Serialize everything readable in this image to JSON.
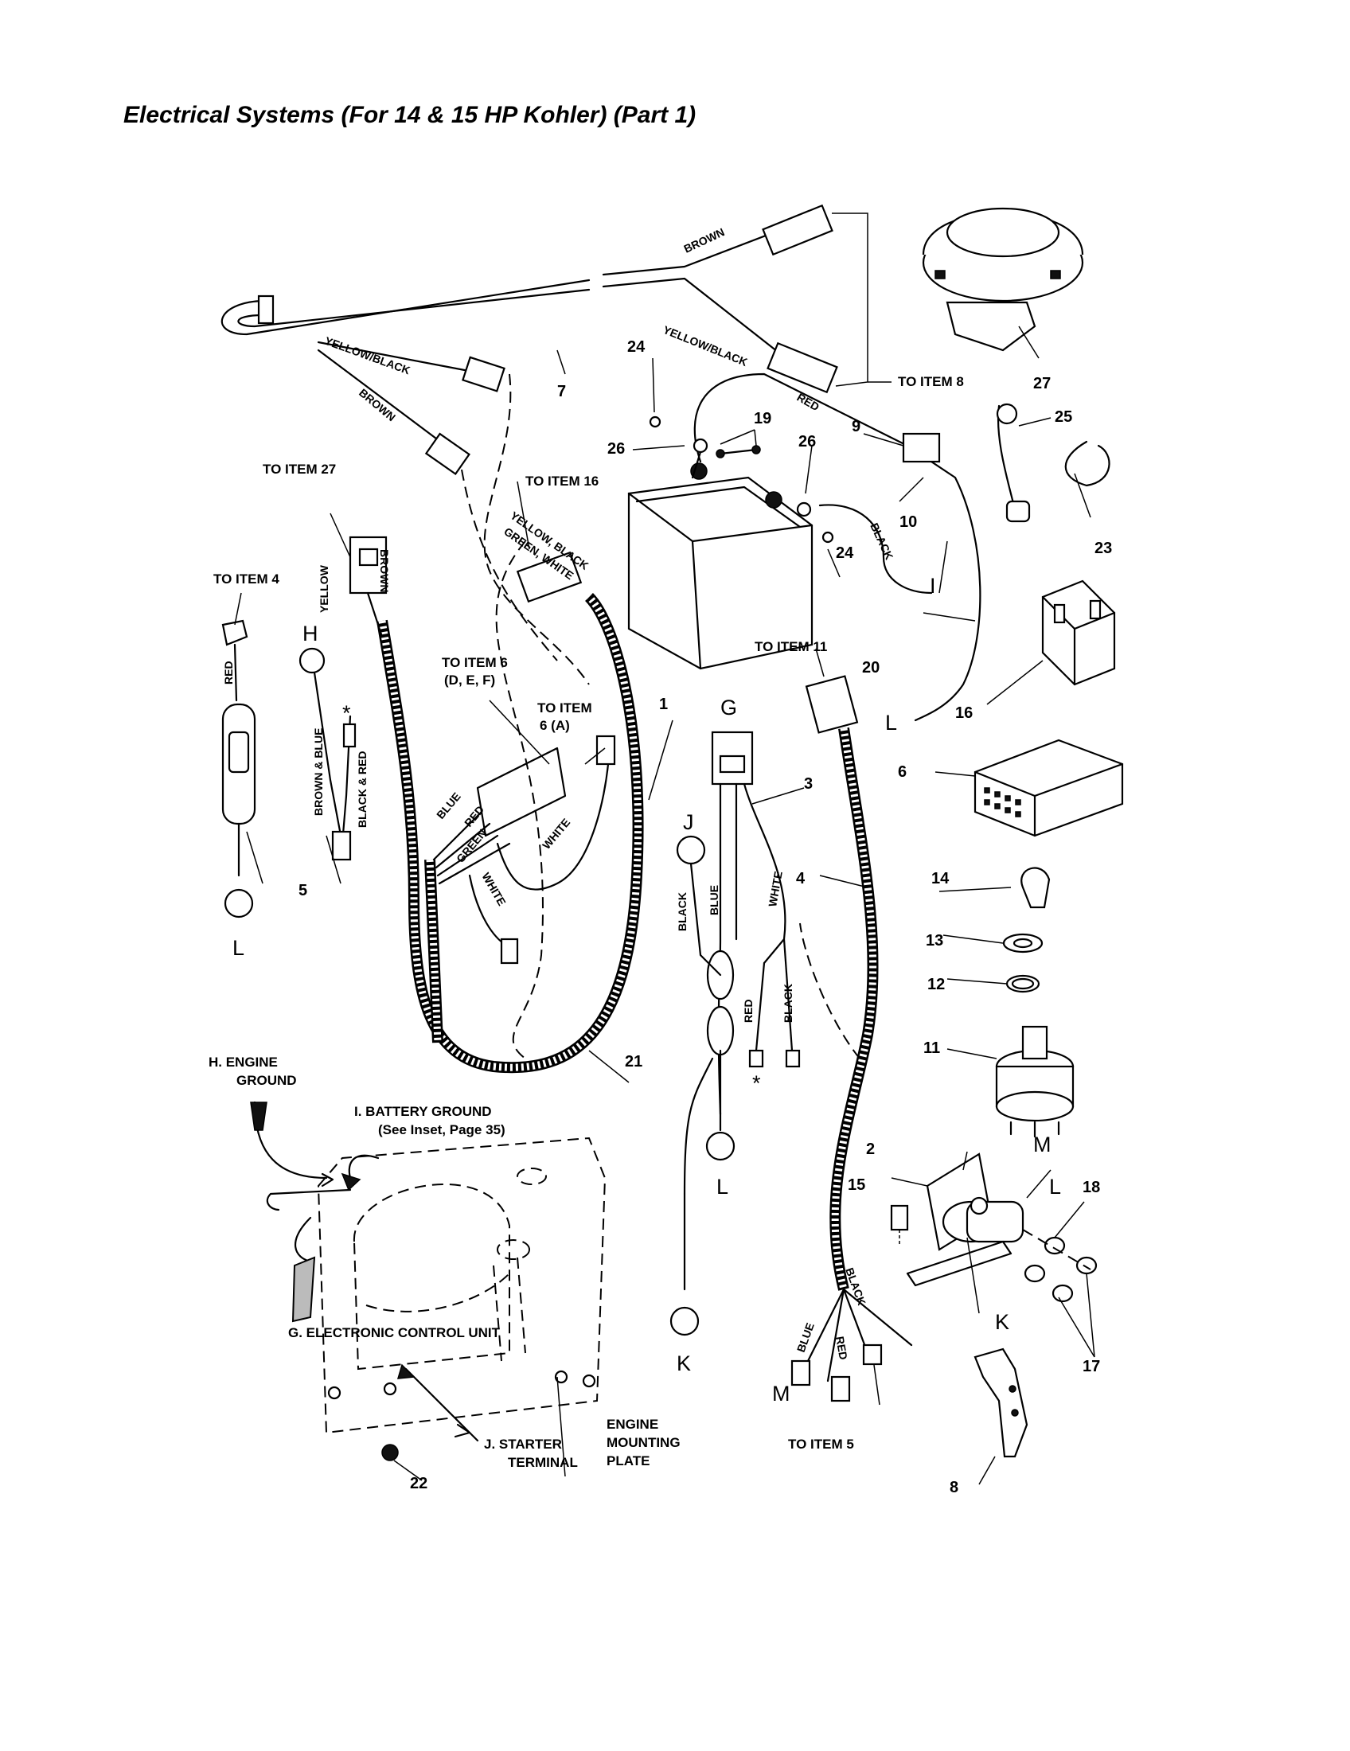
{
  "title": "Electrical Systems (For 14 & 15 HP Kohler) (Part 1)",
  "callouts": {
    "n1": "1",
    "n2": "2",
    "n3": "3",
    "n4": "4",
    "n5": "5",
    "n6": "6",
    "n7": "7",
    "n8": "8",
    "n9": "9",
    "n10": "10",
    "n11": "11",
    "n12": "12",
    "n13": "13",
    "n14": "14",
    "n15": "15",
    "n16": "16",
    "n17": "17",
    "n18": "18",
    "n19": "19",
    "n20": "20",
    "n21": "21",
    "n22": "22",
    "n23": "23",
    "n24a": "24",
    "n24b": "24",
    "n25": "25",
    "n26a": "26",
    "n26b": "26",
    "n27": "27"
  },
  "letters": {
    "G": "G",
    "H": "H",
    "I": "I",
    "J": "J",
    "K1": "K",
    "K2": "K",
    "L1": "L",
    "L2": "L",
    "L3": "L",
    "L4": "L",
    "M1": "M",
    "M2": "M"
  },
  "references": {
    "to_item_8": "TO ITEM 8",
    "to_item_27": "TO ITEM 27",
    "to_item_16": "TO ITEM 16",
    "to_item_4": "TO ITEM 4",
    "to_item_6_def": "TO ITEM 6",
    "to_item_6_def_sub": "(D, E, F)",
    "to_item_6a": "TO ITEM",
    "to_item_6a_sub": "6 (A)",
    "to_item_11": "TO ITEM 11",
    "to_item_5": "TO ITEM 5"
  },
  "wire_colors": {
    "brown_top": "BROWN",
    "yellow_black_left": "YELLOW/BLACK",
    "brown_left": "BROWN",
    "yellow_black_right": "YELLOW/BLACK",
    "red_harness": "RED",
    "black_battery": "BLACK",
    "yellow_black_green_white_1": "YELLOW, BLACK",
    "yellow_black_green_white_2": "GREEN, WHITE",
    "yellow_conn": "YELLOW",
    "brown_conn": "BROWN",
    "red_item5": "RED",
    "brown_blue": "BROWN & BLUE",
    "black_red": "BLACK & RED",
    "blue_a": "BLUE",
    "red_a": "RED",
    "green_a": "GREEN",
    "white_a": "WHITE",
    "white_b": "WHITE",
    "black_j": "BLACK",
    "blue_j": "BLUE",
    "white_3": "WHITE",
    "red_3": "RED",
    "black_3": "BLACK",
    "black_4": "BLACK",
    "blue_4": "BLUE",
    "red_4": "RED",
    "star1": "*",
    "star2": "*"
  },
  "inset_labels": {
    "engine_ground_1": "H. ENGINE",
    "engine_ground_2": "GROUND",
    "battery_ground_1": "I.  BATTERY GROUND",
    "battery_ground_2": "(See Inset, Page 35)",
    "ecu": "G.  ELECTRONIC CONTROL UNIT",
    "starter_1": "J.  STARTER",
    "starter_2": "TERMINAL",
    "mount_1": "ENGINE",
    "mount_2": "MOUNTING",
    "mount_3": "PLATE"
  }
}
